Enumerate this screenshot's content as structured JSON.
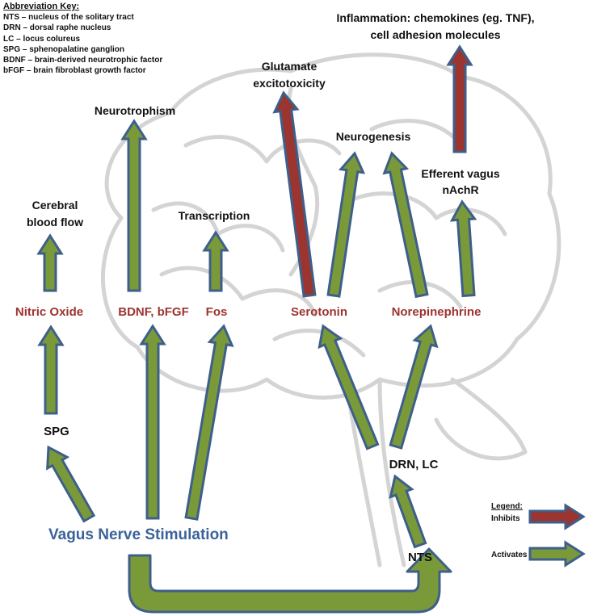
{
  "abbreviation_key": {
    "title": "Abbreviation Key:",
    "items": [
      "NTS – nucleus of the solitary tract",
      "DRN – dorsal raphe nucleus",
      "LC – locus colureus",
      "SPG – sphenopalatine ganglion",
      "BDNF – brain-derived neurotrophic factor",
      "bFGF – brain fibroblast growth factor"
    ]
  },
  "outcomes": {
    "inflammation_line1": "Inflammation: chemokines (eg. TNF),",
    "inflammation_line2": "cell adhesion molecules",
    "glutamate_line1": "Glutamate",
    "glutamate_line2": "excitotoxicity",
    "neurotrophism": "Neurotrophism",
    "neurogenesis": "Neurogenesis",
    "efferent_line1": "Efferent vagus",
    "efferent_line2": "nAchR",
    "cerebral_line1": "Cerebral",
    "cerebral_line2": "blood flow",
    "transcription": "Transcription"
  },
  "mediators": {
    "nitric_oxide": "Nitric  Oxide",
    "bdnf": "BDNF, bFGF",
    "fos": "Fos",
    "serotonin": "Serotonin",
    "norepinephrine": "Norepinephrine"
  },
  "nodes": {
    "spg": "SPG",
    "drn_lc": "DRN, LC",
    "nts": "NTS",
    "vns": "Vagus Nerve Stimulation"
  },
  "legend": {
    "title": "Legend:",
    "inhibits": "Inhibits",
    "activates": "Activates"
  },
  "colors": {
    "activate_fill": "#7a9a3a",
    "inhibit_fill": "#9c3430",
    "arrow_outline": "#3e5f8a",
    "mediator_text": "#9c3430",
    "vns_text": "#3b639a",
    "brain_outline": "#d4d4d4"
  }
}
